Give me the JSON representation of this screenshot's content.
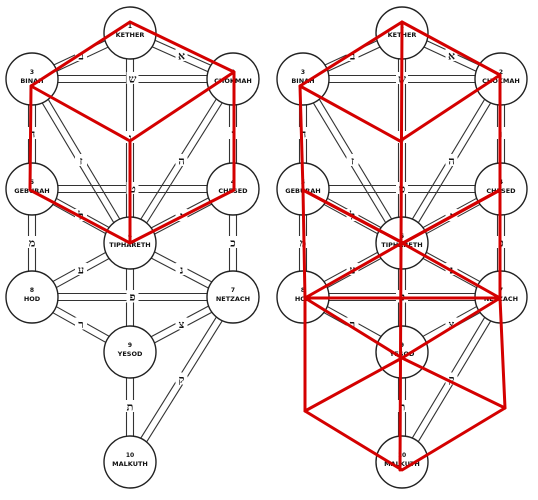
{
  "panels": [
    "left",
    "right"
  ],
  "sephiroth": [
    {
      "id": "kether",
      "num": "1",
      "label": "KETHER"
    },
    {
      "id": "chokmah",
      "num": "2",
      "label": "CHOKMAH"
    },
    {
      "id": "binah",
      "num": "3",
      "label": "BINAH"
    },
    {
      "id": "chesed",
      "num": "4",
      "label": "CHESED"
    },
    {
      "id": "geburah",
      "num": "5",
      "label": "GEBURAH"
    },
    {
      "id": "tiphareth",
      "num": "6",
      "label": "TIPHARETH"
    },
    {
      "id": "netzach",
      "num": "7",
      "label": "NETZACH"
    },
    {
      "id": "hod",
      "num": "8",
      "label": "HOD"
    },
    {
      "id": "yesod",
      "num": "9",
      "label": "YESOD"
    },
    {
      "id": "malkuth",
      "num": "10",
      "label": "MALKUTH"
    }
  ],
  "paths": [
    {
      "from": "kether",
      "to": "chokmah",
      "letter": "א"
    },
    {
      "from": "kether",
      "to": "binah",
      "letter": "ב"
    },
    {
      "from": "kether",
      "to": "tiphareth",
      "letter": "ג"
    },
    {
      "from": "chokmah",
      "to": "binah",
      "letter": "ש"
    },
    {
      "from": "chokmah",
      "to": "tiphareth",
      "letter": "ה"
    },
    {
      "from": "chokmah",
      "to": "chesed",
      "letter": "ו"
    },
    {
      "from": "binah",
      "to": "tiphareth",
      "letter": "ז"
    },
    {
      "from": "binah",
      "to": "geburah",
      "letter": "ח"
    },
    {
      "from": "chesed",
      "to": "geburah",
      "letter": "ט"
    },
    {
      "from": "chesed",
      "to": "tiphareth",
      "letter": "י"
    },
    {
      "from": "chesed",
      "to": "netzach",
      "letter": "כ"
    },
    {
      "from": "geburah",
      "to": "tiphareth",
      "letter": "ל"
    },
    {
      "from": "geburah",
      "to": "hod",
      "letter": "מ"
    },
    {
      "from": "tiphareth",
      "to": "netzach",
      "letter": "נ"
    },
    {
      "from": "tiphareth",
      "to": "yesod",
      "letter": "ס"
    },
    {
      "from": "tiphareth",
      "to": "hod",
      "letter": "ע"
    },
    {
      "from": "netzach",
      "to": "hod",
      "letter": "פ"
    },
    {
      "from": "netzach",
      "to": "yesod",
      "letter": "צ"
    },
    {
      "from": "netzach",
      "to": "malkuth",
      "letter": "ק"
    },
    {
      "from": "hod",
      "to": "yesod",
      "letter": "ר"
    },
    {
      "from": "yesod",
      "to": "malkuth",
      "letter": "ת"
    }
  ],
  "overlay_color": "#d40000",
  "outline_color": "#222222"
}
